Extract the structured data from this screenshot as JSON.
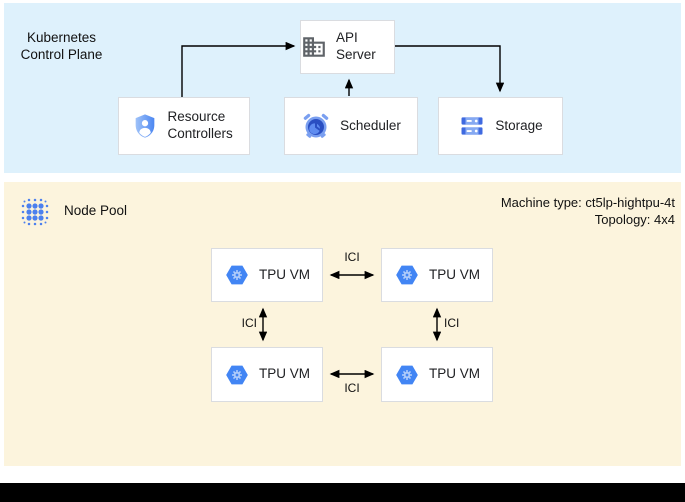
{
  "sections": {
    "control_plane": {
      "title_line1": "Kubernetes",
      "title_line2": "Control Plane",
      "boxes": {
        "api_server": {
          "label": "API Server",
          "icon": "building-icon"
        },
        "resource_controllers": {
          "label": "Resource Controllers",
          "icon": "shield-user-icon"
        },
        "scheduler": {
          "label": "Scheduler",
          "icon": "alarm-clock-icon"
        },
        "storage": {
          "label": "Storage",
          "icon": "server-stack-icon"
        }
      }
    },
    "node_pool": {
      "title": "Node Pool",
      "icon": "dot-cluster-icon",
      "machine_type": "Machine type: ct5lp-hightpu-4t",
      "topology": "Topology: 4x4",
      "vms": [
        {
          "label": "TPU VM",
          "icon": "gke-hexagon-icon"
        },
        {
          "label": "TPU VM",
          "icon": "gke-hexagon-icon"
        },
        {
          "label": "TPU VM",
          "icon": "gke-hexagon-icon"
        },
        {
          "label": "TPU VM",
          "icon": "gke-hexagon-icon"
        }
      ],
      "ici_labels": [
        "ICI",
        "ICI",
        "ICI",
        "ICI"
      ]
    }
  },
  "colors": {
    "control_plane_bg": "#def1fc",
    "node_pool_bg": "#fcf4dd",
    "google_blue": "#4285f4",
    "icon_light_blue": "#aecbfa",
    "icon_gray": "#5f6368",
    "box_border": "#dadce0",
    "arrow": "#000000",
    "bottom_bar": "#000000"
  }
}
